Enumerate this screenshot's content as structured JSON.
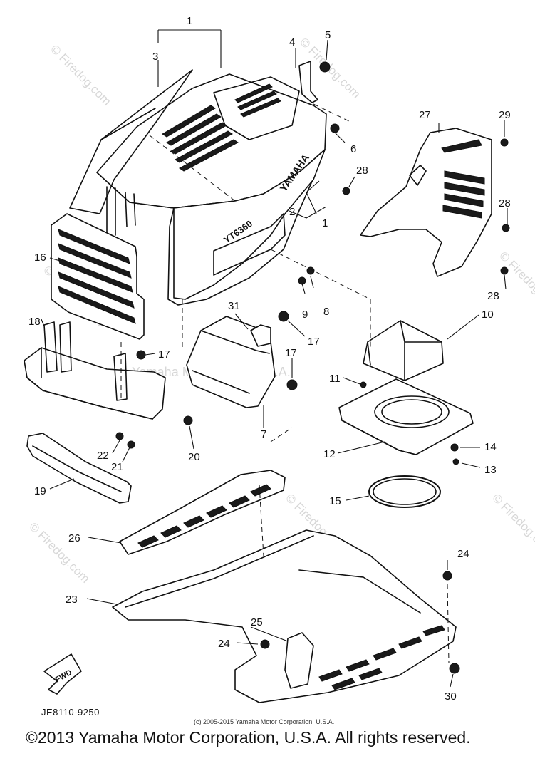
{
  "diagram": {
    "code": "JE8110-9250",
    "small_copyright": "(c) 2005-2015 Yamaha Motor Corporation, U.S.A.",
    "copyright": "©2013 Yamaha Motor Corporation, U.S.A. All rights reserved.",
    "watermarks": [
      "© Firedog.com",
      "© Firedog.com",
      "© Firedog.com",
      "© Firedog.com",
      "© Firedog.com",
      "© Firedog.com",
      "© Firedog.com"
    ],
    "center_watermark": "Yamaha Motor Corp. U.S.A.",
    "hood_brand": "YAMAHA",
    "model_badge": "YT6360",
    "fwd_label": "FWD",
    "callouts": {
      "c1a": "1",
      "c1b": "1",
      "c2": "2",
      "c3": "3",
      "c4": "4",
      "c5": "5",
      "c6": "6",
      "c7": "7",
      "c8": "8",
      "c9": "9",
      "c10": "10",
      "c11": "11",
      "c12": "12",
      "c13": "13",
      "c14": "14",
      "c15": "15",
      "c16": "16",
      "c17a": "17",
      "c17b": "17",
      "c17c": "17",
      "c18": "18",
      "c19": "19",
      "c20": "20",
      "c21": "21",
      "c22": "22",
      "c23": "23",
      "c24a": "24",
      "c24b": "24",
      "c25": "25",
      "c26": "26",
      "c27": "27",
      "c28a": "28",
      "c28b": "28",
      "c28c": "28",
      "c29": "29",
      "c30": "30",
      "c31": "31"
    }
  }
}
